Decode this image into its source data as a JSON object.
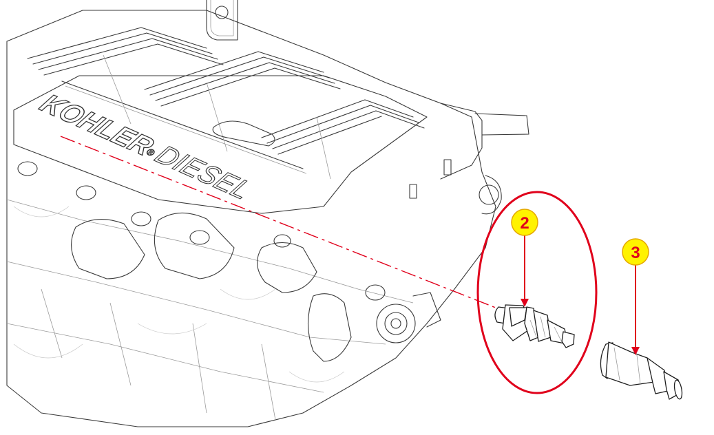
{
  "brand": {
    "name": "KOHLER",
    "registered_mark": "®",
    "product": "DIESEL"
  },
  "callouts": [
    {
      "number": "2",
      "part": "sensor"
    },
    {
      "number": "3",
      "part": "protective-cap"
    }
  ],
  "colors": {
    "callout_fill": "#fff200",
    "callout_text": "#e0001b",
    "highlight": "#e0001b",
    "line_art": "#3a3a3a"
  }
}
